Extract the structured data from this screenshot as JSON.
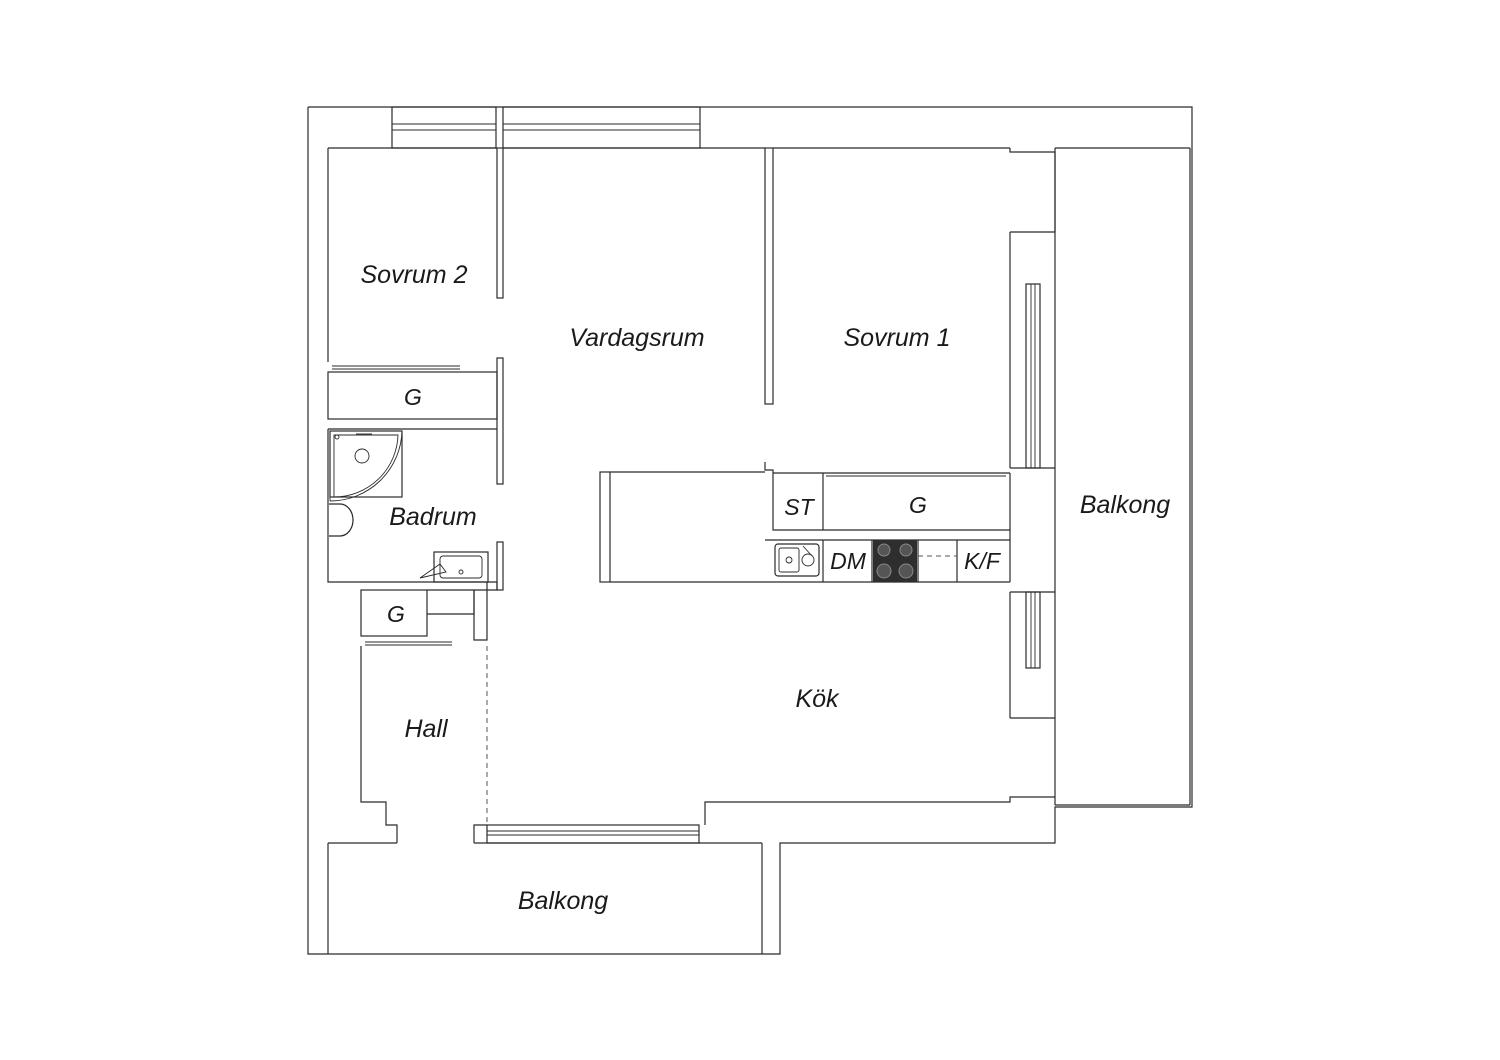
{
  "rooms": {
    "sovrum2": "Sovrum 2",
    "vardagsrum": "Vardagsrum",
    "sovrum1": "Sovrum 1",
    "badrum": "Badrum",
    "kok": "Kök",
    "hall": "Hall",
    "balkong_right": "Balkong",
    "balkong_bottom": "Balkong"
  },
  "fixtures": {
    "garderob_sovrum2": "G",
    "garderob_hall": "G",
    "garderob_kok": "G",
    "stadskap": "ST",
    "diskmaskin": "DM",
    "kyl_frys": "K/F"
  }
}
